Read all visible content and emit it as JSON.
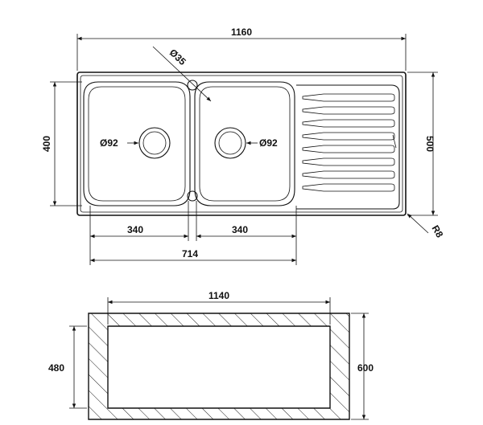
{
  "top_view": {
    "dims": {
      "overall_width": "1160",
      "overall_depth": "500",
      "bowl_depth": "400",
      "bowl1_width": "340",
      "bowl2_width": "340",
      "bowls_total": "714",
      "tap_hole": "Ø35",
      "drain1": "Ø92",
      "drain2": "Ø92",
      "corner_radius": "R8"
    }
  },
  "cutout_view": {
    "dims": {
      "outer_width": "1140",
      "inner_height": "480",
      "outer_height": "600"
    }
  }
}
